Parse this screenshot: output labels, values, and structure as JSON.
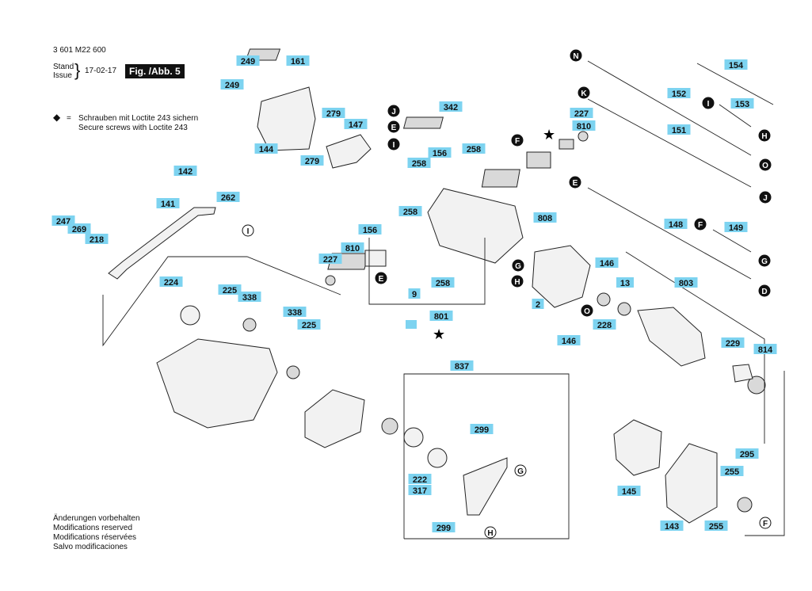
{
  "header": {
    "doc_number": "3 601 M22 600",
    "stand_label": "Stand",
    "issue_label": "Issue",
    "brace": "}",
    "date": "17-02-17",
    "figure": "Fig. /Abb. 5"
  },
  "legend": {
    "symbol": "◆",
    "equals": "=",
    "line_de": "Schrauben mit Loctite 243 sichern",
    "line_en": "Secure screws with Loctite 243"
  },
  "footer": {
    "lines": [
      "Änderungen vorbehalten",
      "Modifications reserved",
      "Modifications réservées",
      "Salvo modificaciones"
    ]
  },
  "labels": [
    "249",
    "161",
    "249",
    "144",
    "279",
    "147",
    "279",
    "142",
    "141",
    "262",
    "247",
    "269",
    "218",
    "342",
    "156",
    "258",
    "258",
    "258",
    "156",
    "810",
    "227",
    "9",
    "258",
    "801",
    "810",
    "227",
    "808",
    "154",
    "152",
    "153",
    "151",
    "148",
    "149",
    "146",
    "13",
    "803",
    "229",
    "814",
    "224",
    "225",
    "338",
    "338",
    "225",
    "837",
    "299",
    "222",
    "317",
    "299",
    "295",
    "255",
    "145",
    "143",
    "255",
    "2",
    "228",
    "146"
  ],
  "markers": [
    "N",
    "J",
    "E",
    "I",
    "F",
    "K",
    "I",
    "H",
    "O",
    "J",
    "E",
    "F",
    "G",
    "D",
    "I",
    "G",
    "H",
    "E",
    "O",
    "G",
    "H",
    "F"
  ],
  "star": "★"
}
